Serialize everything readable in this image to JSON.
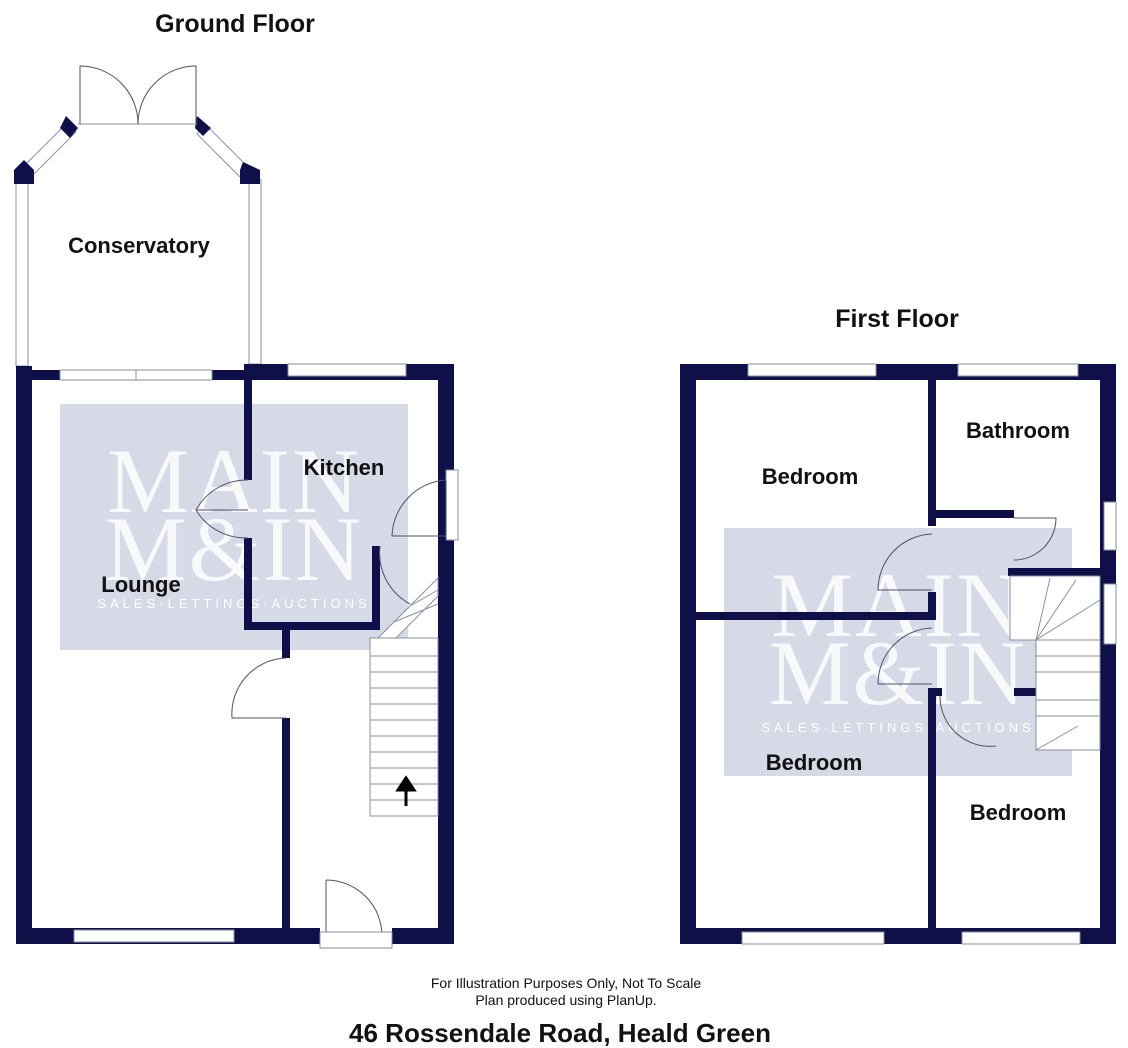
{
  "ground_floor": {
    "title": "Ground Floor",
    "rooms": {
      "conservatory": "Conservatory",
      "kitchen": "Kitchen",
      "lounge": "Lounge"
    }
  },
  "first_floor": {
    "title": "First Floor",
    "rooms": {
      "bedroom_1": "Bedroom",
      "bathroom": "Bathroom",
      "bedroom_2": "Bedroom",
      "bedroom_3": "Bedroom"
    }
  },
  "watermark": {
    "line1": "MAIN",
    "line2": "M&IN",
    "tagline": "SALES·LETTINGS·AUCTIONS"
  },
  "footer": {
    "disclaimer": "For Illustration Purposes Only, Not To Scale",
    "credit": "Plan produced using PlanUp.",
    "address": "46 Rossendale Road, Heald Green"
  },
  "colors": {
    "wall": "#0f0f4a",
    "watermark_panel": "#d6d9e6",
    "background": "#ffffff"
  }
}
